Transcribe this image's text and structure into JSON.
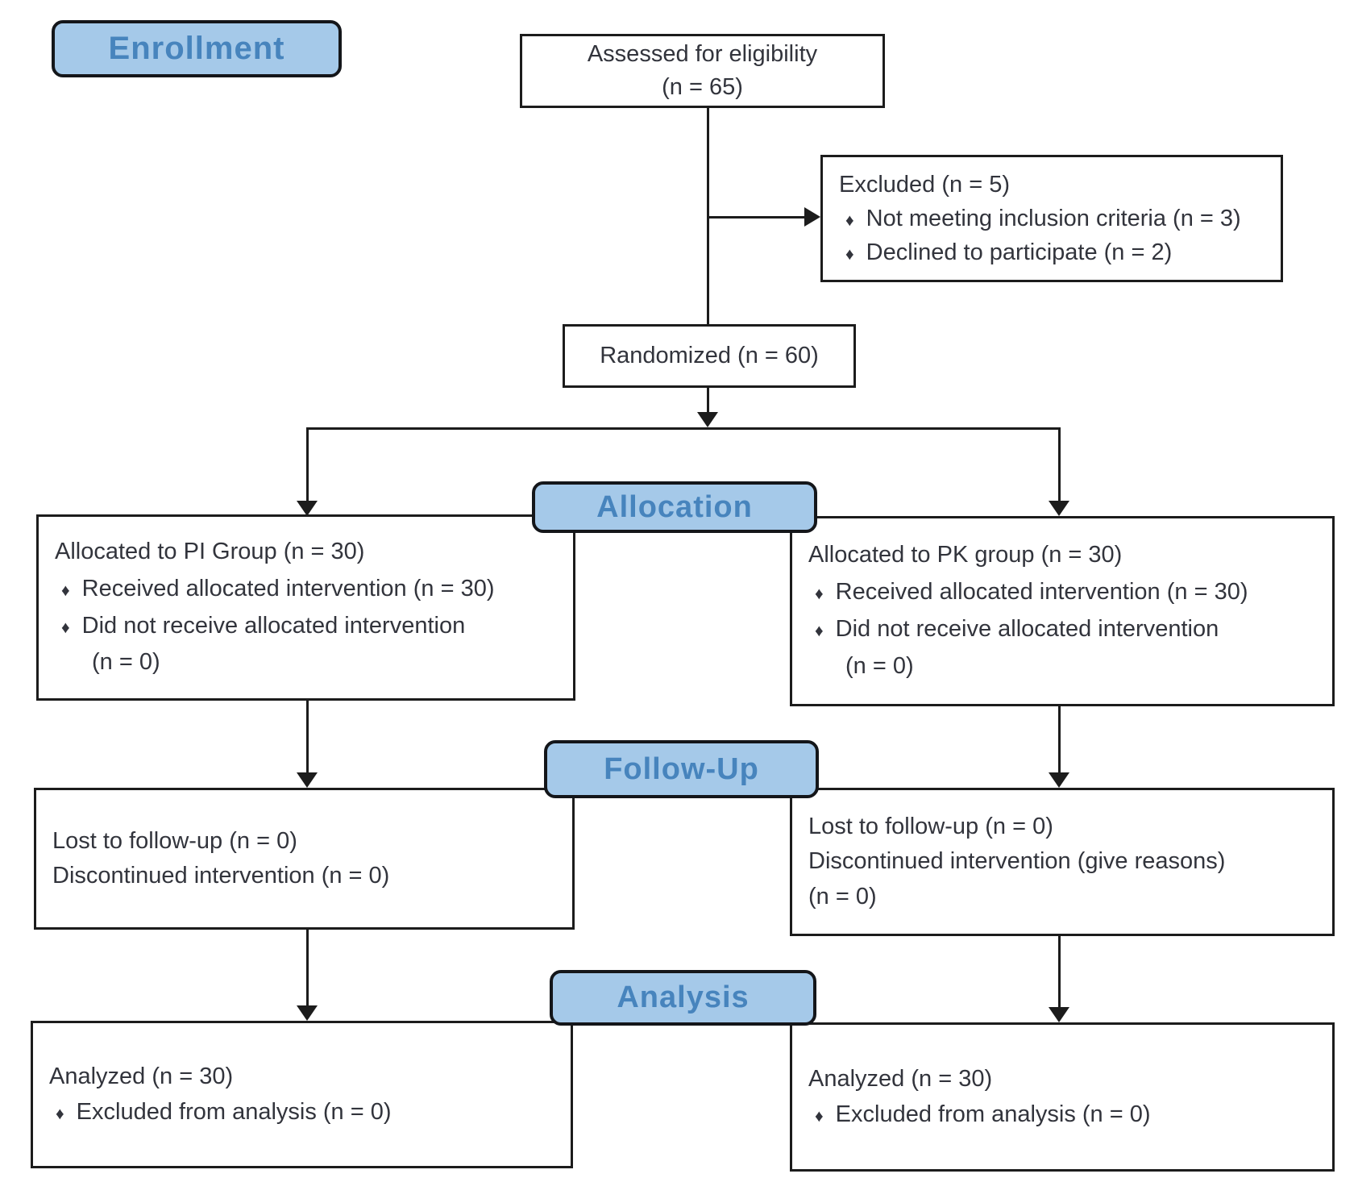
{
  "stages": {
    "enrollment": "Enrollment",
    "allocation": "Allocation",
    "followup": "Follow-Up",
    "analysis": "Analysis"
  },
  "icons": {
    "bullet": "♦"
  },
  "boxes": {
    "assessed": {
      "line1": "Assessed for eligibility",
      "line2": "(n = 65)"
    },
    "excluded": {
      "title": "Excluded (n = 5)",
      "bullets": [
        "Not meeting inclusion criteria (n = 3)",
        "Declined to participate (n = 2)"
      ]
    },
    "randomized": {
      "line1": "Randomized (n = 60)"
    },
    "alloc_left": {
      "title": "Allocated to PI Group (n = 30)",
      "bullets": [
        "Received allocated intervention (n = 30)",
        "Did not receive allocated intervention"
      ],
      "continuation": "(n = 0)"
    },
    "alloc_right": {
      "title": "Allocated to PK group (n = 30)",
      "bullets": [
        "Received allocated intervention (n = 30)",
        "Did not receive allocated intervention"
      ],
      "continuation": "(n = 0)"
    },
    "followup_left": {
      "lines": [
        "Lost to follow-up (n = 0)",
        "Discontinued intervention (n = 0)"
      ]
    },
    "followup_right": {
      "lines": [
        "Lost to follow-up (n = 0)",
        "Discontinued intervention (give reasons)",
        "(n = 0)"
      ]
    },
    "analysis_left": {
      "title": "Analyzed (n = 30)",
      "bullets": [
        "Excluded from analysis (n = 0)"
      ]
    },
    "analysis_right": {
      "title": "Analyzed (n = 30)",
      "bullets": [
        "Excluded from analysis (n = 0)"
      ]
    }
  },
  "colors": {
    "stage_fill": "#a5c9e9",
    "stage_text": "#4784bd",
    "stage_border": "#14161a",
    "box_border": "#1c1c1c",
    "connector": "#1c1c1c",
    "text": "#32343c"
  }
}
